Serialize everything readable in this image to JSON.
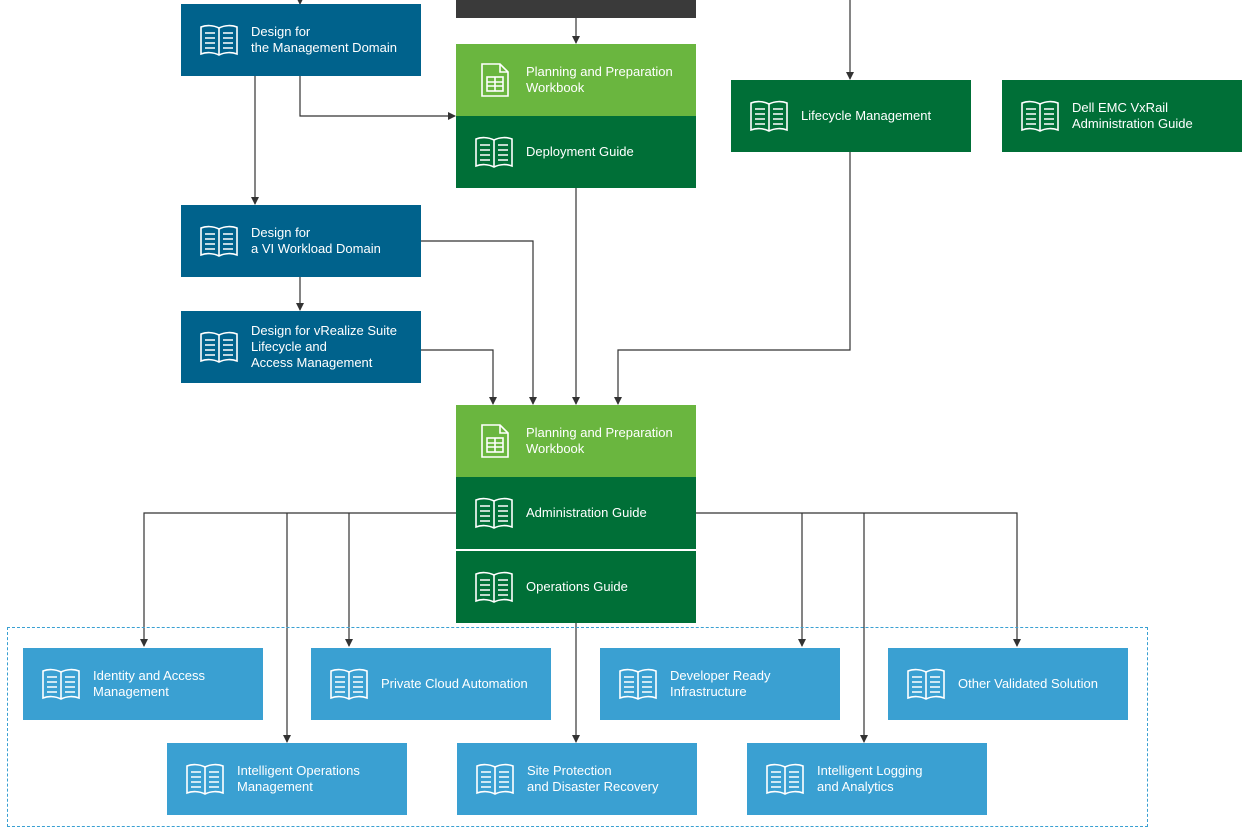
{
  "colors": {
    "design_blue": "#00628c",
    "guide_green": "#006f37",
    "workbook_green": "#6ab63f",
    "solution_blue": "#3aa0d2",
    "connector": "#333333"
  },
  "top_boxes": {
    "design_management": "Design for\nthe Management Domain",
    "workbook_top": "Planning and Preparation\nWorkbook",
    "deployment_guide": "Deployment Guide",
    "lifecycle_management": "Lifecycle Management",
    "dell_emc": "Dell EMC VxRail\nAdministration Guide"
  },
  "middle_boxes": {
    "design_vi": "Design for\na VI Workload Domain",
    "design_vrealize": "Design for vRealize Suite\nLifecycle and\nAccess Management"
  },
  "center_stack": {
    "workbook": "Planning and Preparation\nWorkbook",
    "administration_guide": "Administration Guide",
    "operations_guide": "Operations Guide"
  },
  "validated_solutions": {
    "identity_access": "Identity and Access\nManagement",
    "private_cloud": "Private Cloud Automation",
    "developer_ready": "Developer Ready\nInfrastructure",
    "other_validated": "Other Validated Solution",
    "intelligent_operations": "Intelligent Operations\nManagement",
    "site_protection": "Site Protection\nand Disaster Recovery",
    "intelligent_logging": "Intelligent Logging\nand Analytics"
  }
}
